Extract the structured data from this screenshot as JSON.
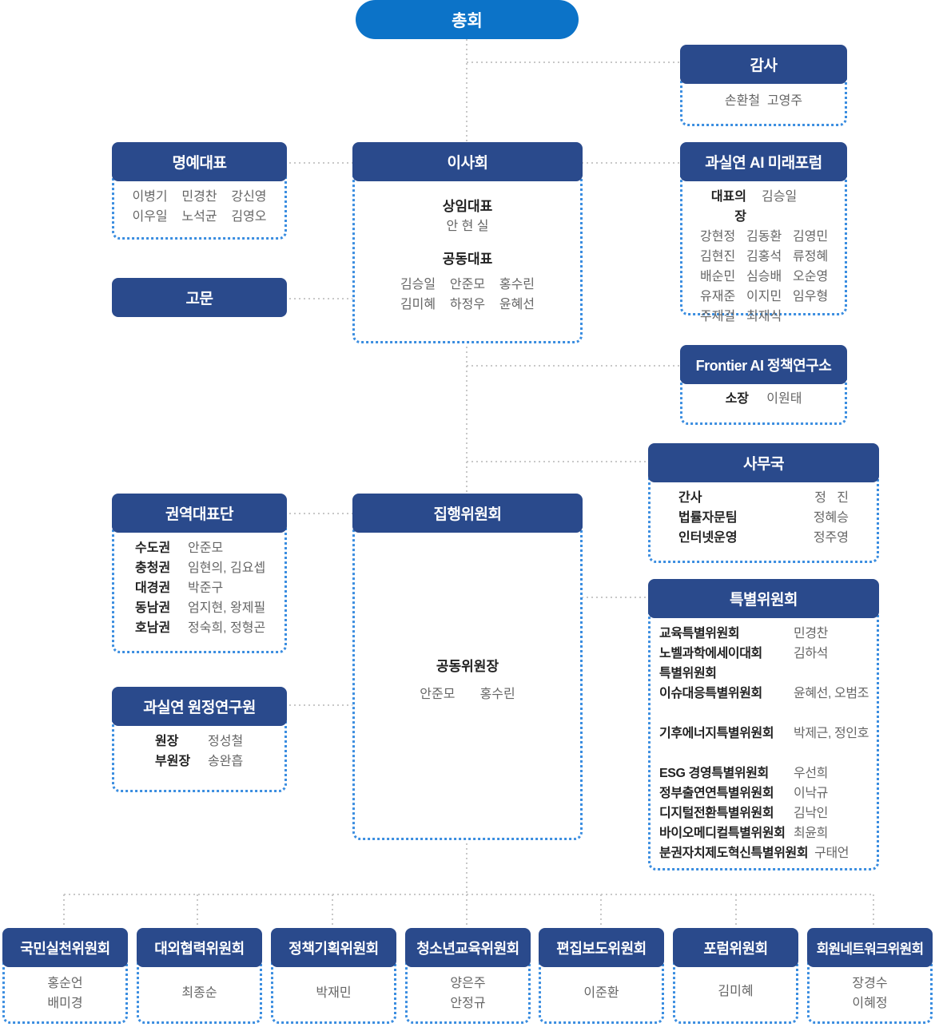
{
  "top": "총회",
  "audit": {
    "title": "감사",
    "members": "손환철  고영주"
  },
  "board": {
    "title": "이사회",
    "ceo_label": "상임대표",
    "ceo": "안 현 실",
    "co_label": "공동대표",
    "co_row1": [
      "김승일",
      "안준모",
      "홍수린"
    ],
    "co_row2": [
      "김미혜",
      "하정우",
      "윤혜선"
    ]
  },
  "honorary": {
    "title": "명예대표",
    "row1": [
      "이병기",
      "민경찬",
      "강신영"
    ],
    "row2": [
      "이우일",
      "노석균",
      "김영오"
    ]
  },
  "advisor": {
    "title": "고문"
  },
  "ai_forum": {
    "title": "과실연 AI 미래포럼",
    "chair_label": "대표의장",
    "chair": "김승일",
    "rows": [
      [
        "강현정",
        "김동환",
        "김영민"
      ],
      [
        "김현진",
        "김홍석",
        "류정혜"
      ],
      [
        "배순민",
        "심승배",
        "오순영"
      ],
      [
        "유재준",
        "이지민",
        "임우형"
      ],
      [
        "주재걸",
        "최재식"
      ]
    ]
  },
  "frontier": {
    "title": "Frontier AI 정책연구소",
    "head_label": "소장",
    "head": "이원태"
  },
  "secretariat": {
    "title": "사무국",
    "rows": [
      {
        "role": "간사",
        "name": "정   진"
      },
      {
        "role": "법률자문팀",
        "name": "정혜승"
      },
      {
        "role": "인터넷운영",
        "name": "정주영"
      }
    ]
  },
  "regional": {
    "title": "권역대표단",
    "rows": [
      {
        "region": "수도권",
        "names": "안준모"
      },
      {
        "region": "충청권",
        "names": "임현의, 김요셉"
      },
      {
        "region": "대경권",
        "names": "박준구"
      },
      {
        "region": "동남권",
        "names": "엄지현, 왕제필"
      },
      {
        "region": "호남권",
        "names": "정숙희, 정형곤"
      }
    ]
  },
  "exec": {
    "title": "집행위원회",
    "co_chair_label": "공동위원장",
    "co_chairs": [
      "안준모",
      "홍수린"
    ]
  },
  "institute": {
    "title": "과실연 원정연구원",
    "rows": [
      {
        "role": "원장",
        "name": "정성철"
      },
      {
        "role": "부원장",
        "name": "송완흡"
      }
    ]
  },
  "special": {
    "title": "특별위원회",
    "rows": [
      {
        "name": "교육특별위원회",
        "members": "민경찬"
      },
      {
        "name": "노벨과학에세이대회",
        "members": "김하석"
      },
      {
        "name": "특별위원회",
        "members": ""
      },
      {
        "name": "이슈대응특별위원회",
        "members": "윤혜선, 오범조"
      },
      {
        "name": "",
        "members": ""
      },
      {
        "name": "기후에너지특별위원회",
        "members": "박제근, 정인호"
      },
      {
        "name": "",
        "members": ""
      },
      {
        "name": "ESG 경영특별위원회",
        "members": "우선희"
      },
      {
        "name": "정부출연연특별위원회",
        "members": "이낙규"
      },
      {
        "name": "디지털전환특별위원회",
        "members": "김낙인"
      },
      {
        "name": "바이오메디컬특별위원회",
        "members": "최윤희"
      },
      {
        "name": "분권자치제도혁신특별위원회",
        "members": "구태언"
      }
    ]
  },
  "committees": [
    {
      "title": "국민실천위원회",
      "members": [
        "홍순언",
        "배미경"
      ]
    },
    {
      "title": "대외협력위원회",
      "members": [
        "최종순"
      ]
    },
    {
      "title": "정책기획위원회",
      "members": [
        "박재민"
      ]
    },
    {
      "title": "청소년교육위원회",
      "members": [
        "양은주",
        "안정규"
      ]
    },
    {
      "title": "편집보도위원회",
      "members": [
        "이준환"
      ]
    },
    {
      "title": "포럼위원회",
      "members": [
        "김미혜"
      ]
    },
    {
      "title": "회원네트워크위원회",
      "members": [
        "장경수",
        "이혜정"
      ]
    }
  ],
  "colors": {
    "header": "#2a4a8c",
    "top": "#0c73c8",
    "border": "#3a8de0",
    "connector": "#c8c8c8"
  }
}
